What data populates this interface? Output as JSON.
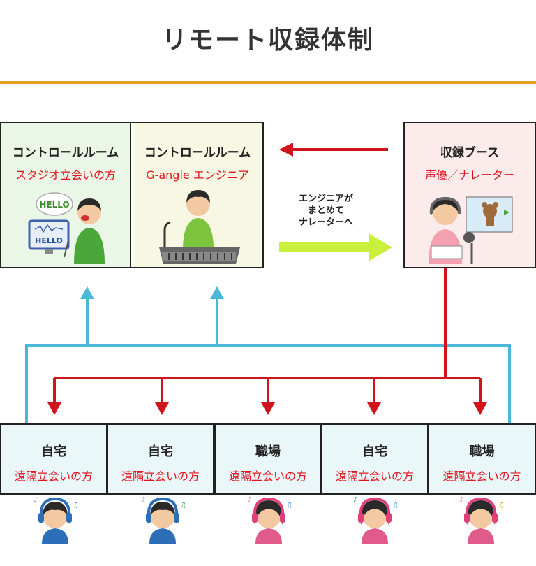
{
  "title": "リモート収録体制",
  "control_room": {
    "left": {
      "title": "コントロールルーム",
      "subtitle": "スタジオ立会いの方",
      "bubble_text": "HELLO",
      "monitor_text": "HELLO"
    },
    "right": {
      "title": "コントロールルーム",
      "subtitle": "G-angle エンジニア"
    }
  },
  "booth": {
    "title": "収録ブース",
    "subtitle": "声優／ナレーター"
  },
  "note": {
    "line1": "エンジニアが",
    "line2": "まとめて",
    "line3": "ナレーターへ"
  },
  "remotes": [
    {
      "title": "自宅",
      "subtitle": "遠隔立会いの方"
    },
    {
      "title": "自宅",
      "subtitle": "遠隔立会いの方"
    },
    {
      "title": "職場",
      "subtitle": "遠隔立会いの方"
    },
    {
      "title": "自宅",
      "subtitle": "遠隔立会いの方"
    },
    {
      "title": "職場",
      "subtitle": "遠隔立会いの方"
    }
  ],
  "colors": {
    "accent_rule": "#e8a020",
    "red_line": "#d0141e",
    "blue_line": "#4cb8d8",
    "green_arrow": "#c8f03c",
    "control_left_bg": "#eaf7e6",
    "control_right_bg": "#f8f7e3",
    "booth_bg": "#fcebeb",
    "remote_bg": "#e9f7f9"
  },
  "icons": {
    "listener_male": "headphone-listener-male-icon",
    "listener_female": "headphone-listener-female-icon",
    "engineer": "sound-engineer-icon",
    "client": "client-talking-icon",
    "narrator": "narrator-icon"
  }
}
